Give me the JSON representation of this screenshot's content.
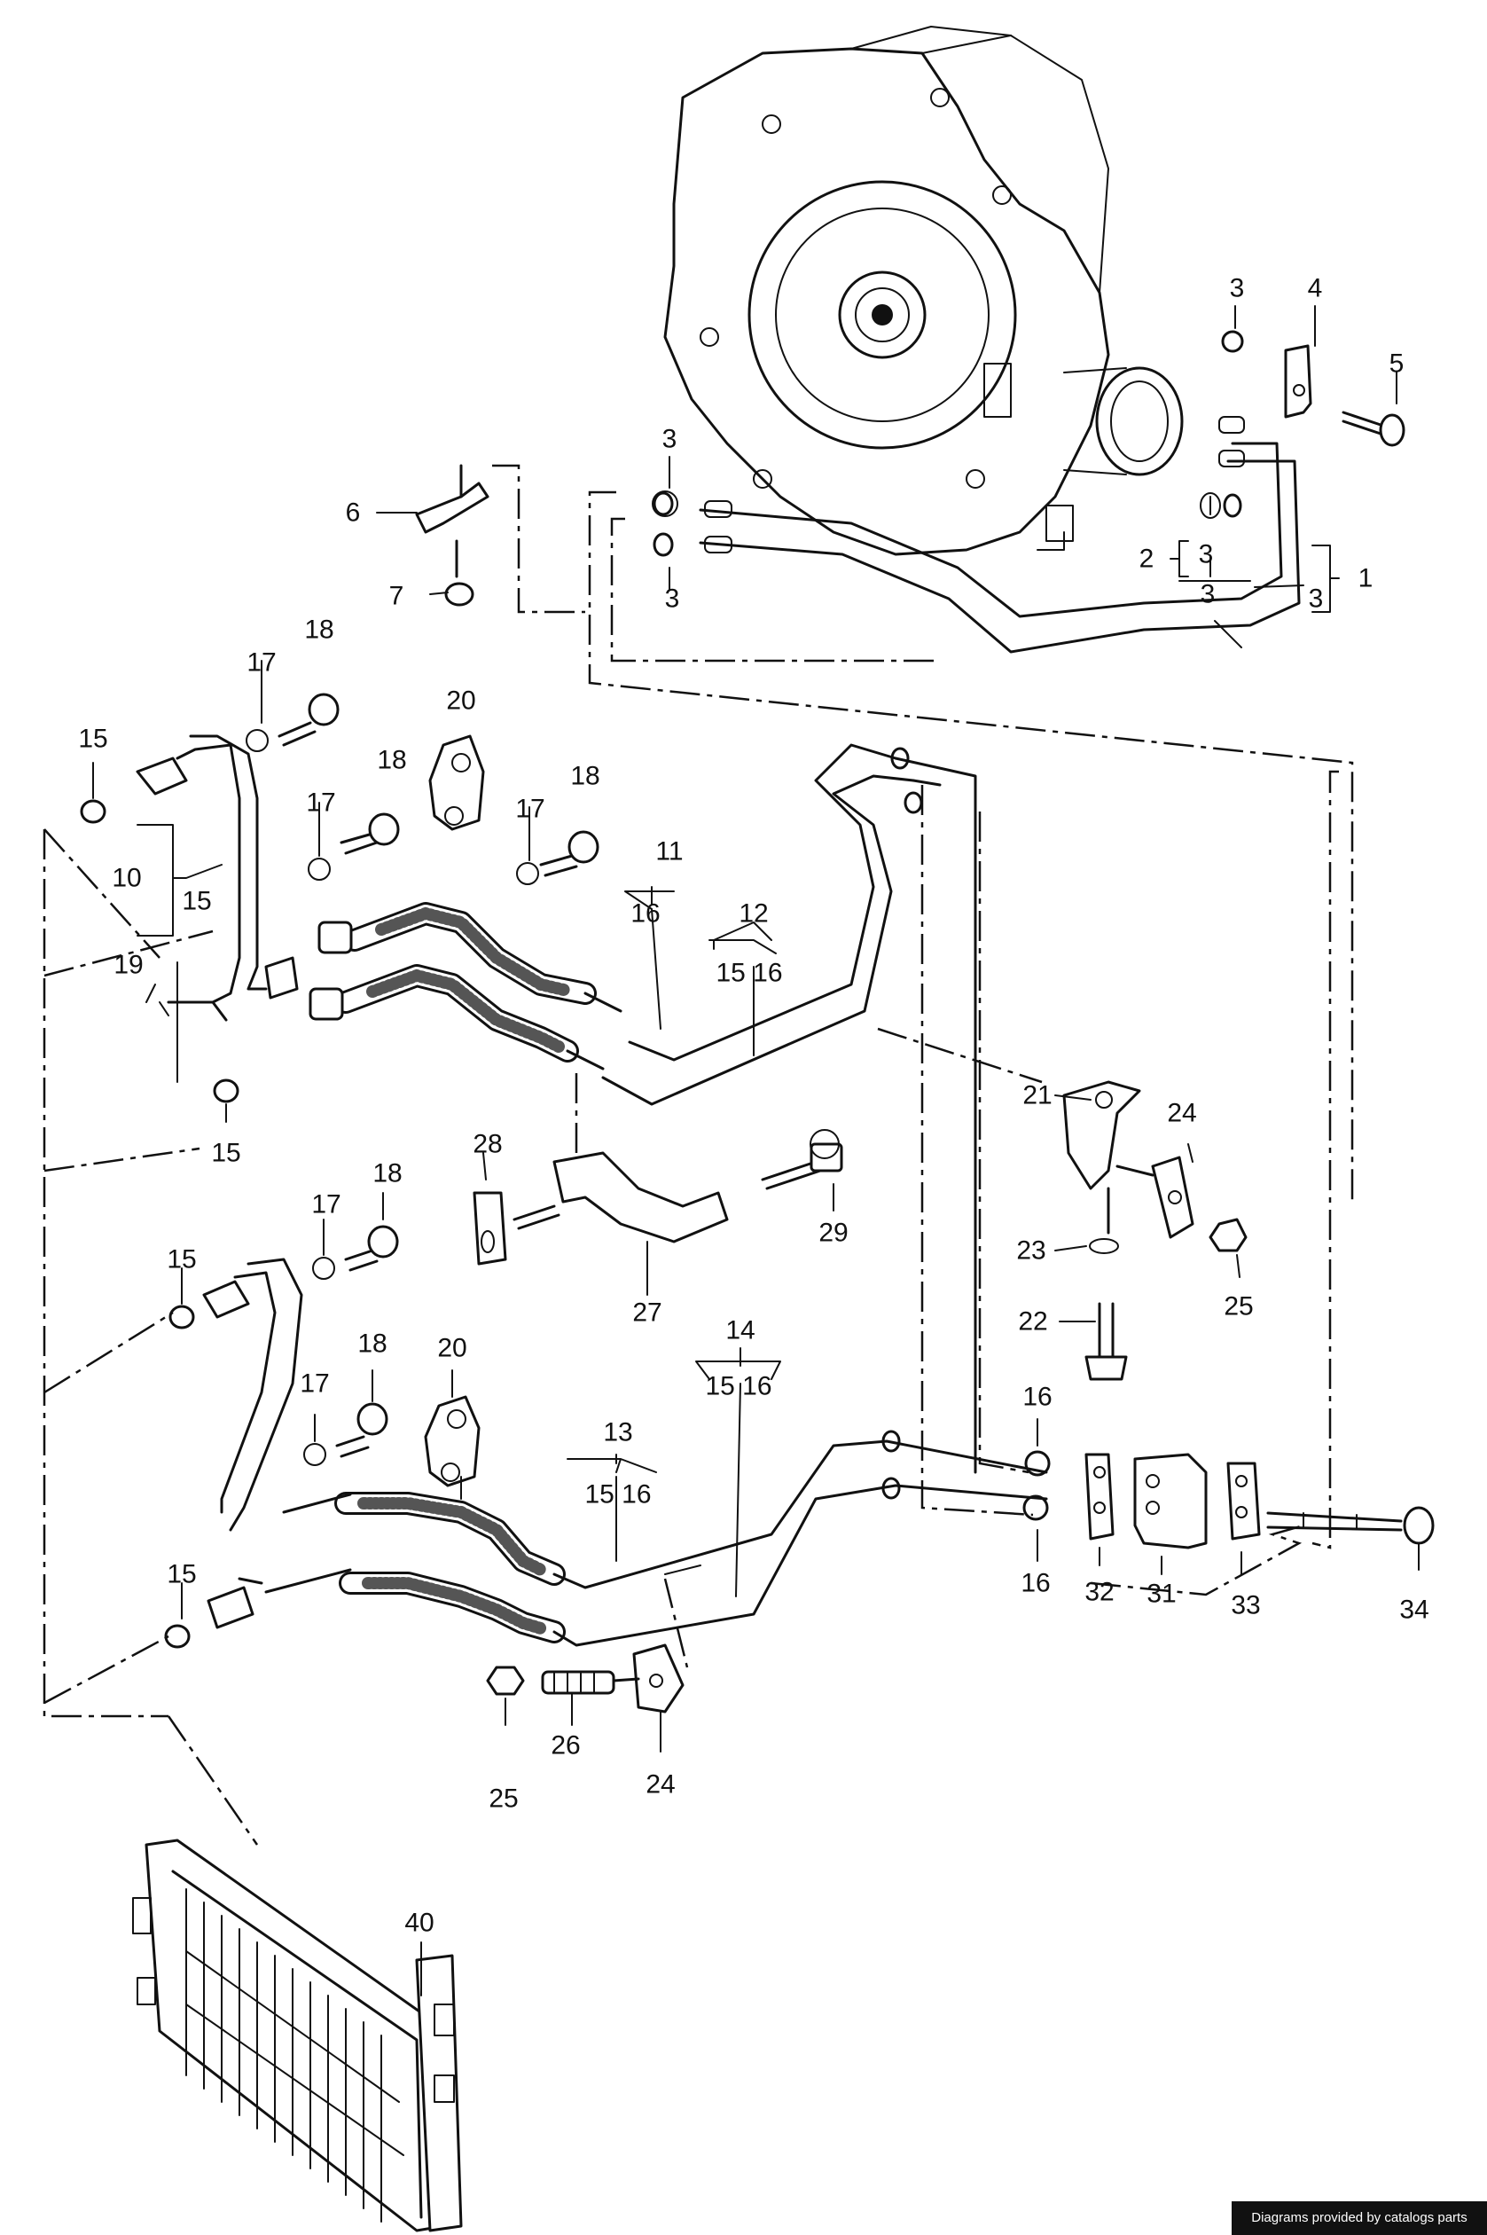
{
  "credit": "Diagrams provided by catalogs parts",
  "labels": {
    "p1": "1",
    "p2": "2",
    "p3a": "3",
    "p3b": "3",
    "p3c": "3",
    "p3d": "3",
    "p3e": "3",
    "p3f": "3",
    "p4": "4",
    "p5": "5",
    "p6": "6",
    "p7": "7",
    "p10": "10",
    "p10sub": "15",
    "p11": "11",
    "p11sub": "16",
    "p12": "12",
    "p12sub": "15 16",
    "p13": "13",
    "p13sub": "15 16",
    "p14": "14",
    "p14sub": "15 16",
    "p15a": "15",
    "p15b": "15",
    "p15c": "15",
    "p15d": "15",
    "p16a": "16",
    "p16b": "16",
    "p17a": "17",
    "p17b": "17",
    "p17c": "17",
    "p17d": "17",
    "p17e": "17",
    "p18a": "18",
    "p18b": "18",
    "p18c": "18",
    "p18d": "18",
    "p18e": "18",
    "p19": "19",
    "p20a": "20",
    "p20b": "20",
    "p21": "21",
    "p22": "22",
    "p23": "23",
    "p24a": "24",
    "p24b": "24",
    "p25a": "25",
    "p25b": "25",
    "p26": "26",
    "p27": "27",
    "p28": "28",
    "p29": "29",
    "p31": "31",
    "p32": "32",
    "p33": "33",
    "p34": "34",
    "p40": "40"
  }
}
